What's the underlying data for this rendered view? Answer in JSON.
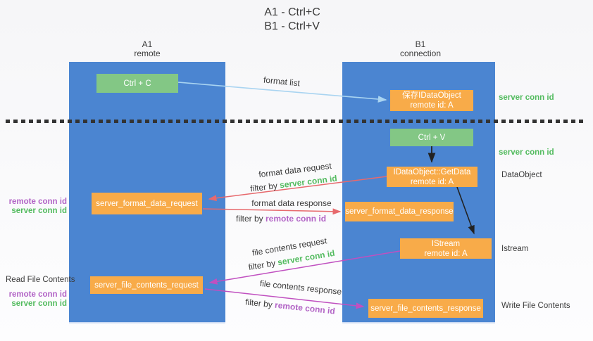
{
  "title": {
    "line1": "A1 - Ctrl+C",
    "line2": "B1 - Ctrl+V"
  },
  "lanes": {
    "left": {
      "name": "A1",
      "sub": "remote"
    },
    "right": {
      "name": "B1",
      "sub": "connection"
    }
  },
  "nodes": {
    "ctrl_c": {
      "label": "Ctrl + C"
    },
    "save_idataobject": {
      "line1": "保存IDataObject",
      "line2": "remote id: A"
    },
    "ctrl_v": {
      "label": "Ctrl + V"
    },
    "getdata": {
      "line1": "IDataObject::GetData",
      "line2": "remote id: A"
    },
    "server_format_data_request": {
      "label": "server_format_data_request"
    },
    "server_format_data_response": {
      "label": "server_format_data_response"
    },
    "istream": {
      "line1": "IStream",
      "line2": "remote id: A"
    },
    "server_file_contents_request": {
      "label": "server_file_contents_request"
    },
    "server_file_contents_response": {
      "label": "server_file_contents_response"
    }
  },
  "edge_labels": {
    "format_list": "format list",
    "format_data_request": "format data request",
    "format_data_response": "format data response",
    "file_contents_request": "file contents request",
    "file_contents_response": "file contents response",
    "filter_by": "filter by",
    "server_conn_id": "server conn id",
    "remote_conn_id": "remote conn id"
  },
  "side_labels": {
    "server_conn_id": "server conn id",
    "remote_conn_id": "remote conn id",
    "dataobject": "DataObject",
    "istream": "Istream",
    "read_file_contents": "Read File Contents",
    "write_file_contents": "Write File Contents"
  },
  "colors": {
    "lane_blue": "#4b85d1",
    "box_orange": "#f8ab49",
    "box_green": "#83c785",
    "id_green": "#53bb5f",
    "id_purple": "#b264c6",
    "arrow_red": "#e7696d",
    "arrow_magenta": "#c050c0",
    "arrow_light_blue": "#a9d4f1",
    "arrow_black": "#222222",
    "text_dark": "#3c3c3c",
    "background": "#f7f7f8"
  }
}
